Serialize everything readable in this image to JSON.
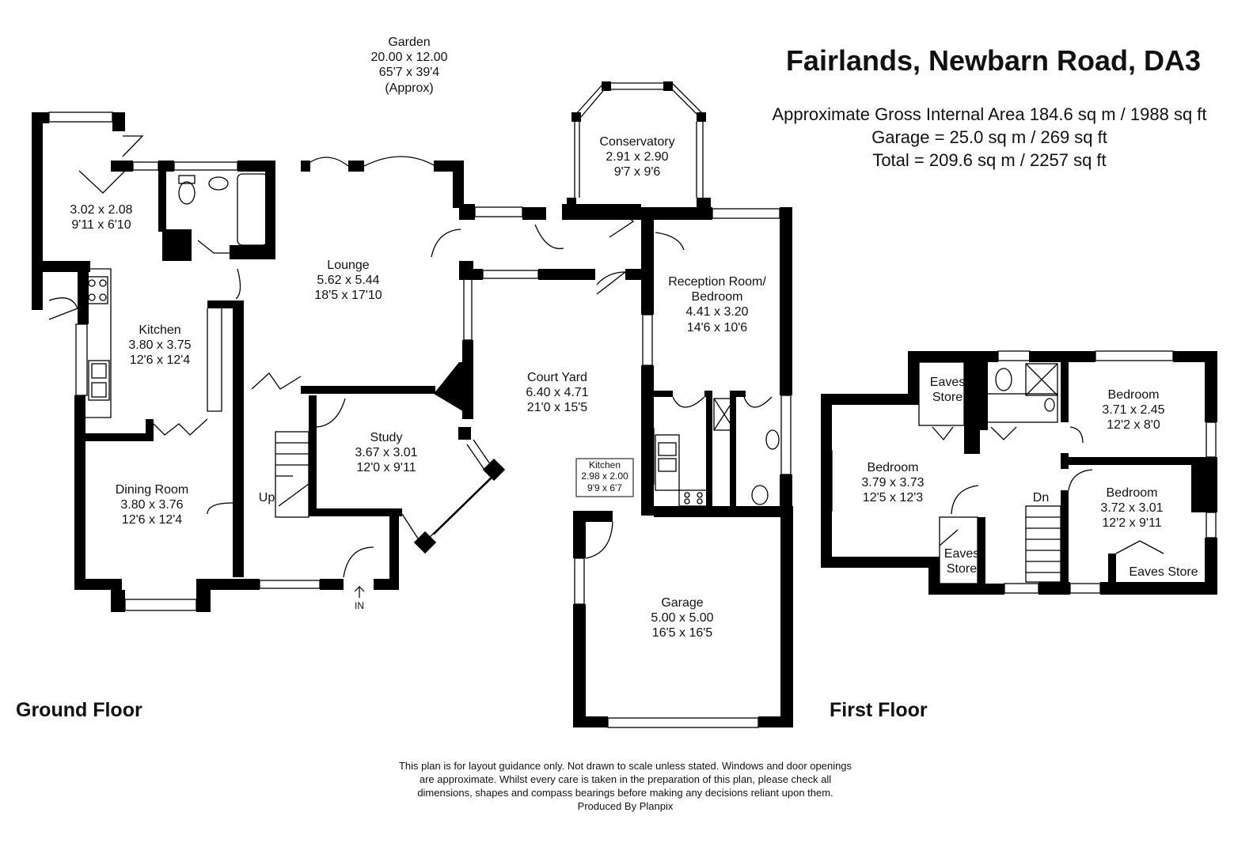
{
  "header": {
    "title": "Fairlands, Newbarn Road, DA3",
    "area_lines": [
      "Approximate Gross Internal Area 184.6 sq m / 1988 sq ft",
      "Garage = 25.0 sq m / 269 sq ft",
      "Total = 209.6 sq m / 2257 sq ft"
    ]
  },
  "floors": {
    "ground": "Ground Floor",
    "first": "First Floor"
  },
  "labels": {
    "up": "Up",
    "dn": "Dn",
    "entrance": "IN"
  },
  "rooms": {
    "garden": [
      "Garden",
      "20.00 x 12.00",
      "65'7 x 39'4",
      "(Approx)"
    ],
    "utility": [
      "3.02 x 2.08",
      "9'11 x 6'10"
    ],
    "kitchen": [
      "Kitchen",
      "3.80 x 3.75",
      "12'6 x 12'4"
    ],
    "dining": [
      "Dining Room",
      "3.80 x 3.76",
      "12'6 x 12'4"
    ],
    "lounge": [
      "Lounge",
      "5.62 x 5.44",
      "18'5 x 17'10"
    ],
    "study": [
      "Study",
      "3.67 x 3.01",
      "12'0 x 9'11"
    ],
    "conservatory": [
      "Conservatory",
      "2.91 x 2.90",
      "9'7 x 9'6"
    ],
    "courtyard": [
      "Court Yard",
      "6.40 x 4.71",
      "21'0 x 15'5"
    ],
    "reception": [
      "Reception Room/",
      "Bedroom",
      "4.41 x 3.20",
      "14'6 x 10'6"
    ],
    "kitchen2": [
      "Kitchen",
      "2.98 x 2.00",
      "9'9 x 6'7"
    ],
    "garage": [
      "Garage",
      "5.00 x 5.00",
      "16'5 x 16'5"
    ],
    "bedroom1": [
      "Bedroom",
      "3.79 x 3.73",
      "12'5 x 12'3"
    ],
    "bedroom2": [
      "Bedroom",
      "3.71 x 2.45",
      "12'2 x 8'0"
    ],
    "bedroom3": [
      "Bedroom",
      "3.72 x 3.01",
      "12'2 x 9'11"
    ],
    "eaves1": [
      "Eaves",
      "Store"
    ],
    "eaves2": [
      "Eaves",
      "Store"
    ],
    "eaves3": [
      "Eaves Store"
    ]
  },
  "disclaimer": [
    "This plan is for layout guidance only. Not drawn to scale unless stated. Windows and door openings",
    "are approximate. Whilst every care is taken in the preparation of this plan, please check all",
    "dimensions, shapes and compass bearings before making any decisions reliant upon them.",
    "Produced By Planpix"
  ]
}
